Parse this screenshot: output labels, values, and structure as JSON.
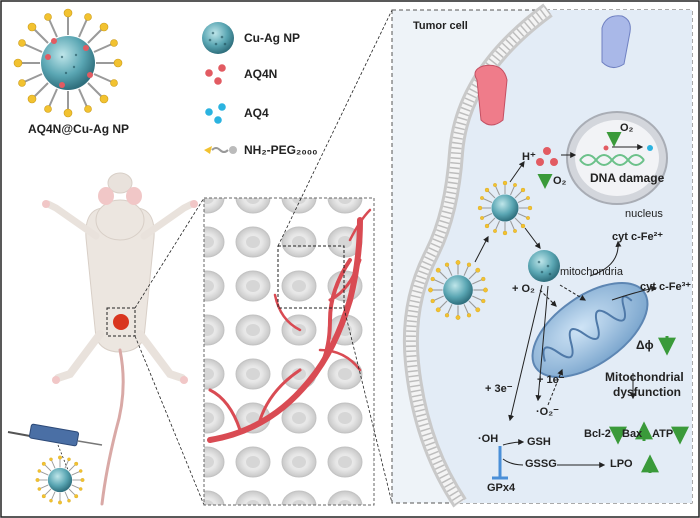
{
  "legend": {
    "nanoparticle_caption": "AQ4N@Cu-Ag NP",
    "items": [
      {
        "label": "Cu-Ag NP",
        "icon": "cu-ag-nanoparticle-icon"
      },
      {
        "label": "AQ4N",
        "icon": "red-dots-icon"
      },
      {
        "label": "AQ4",
        "icon": "blue-dots-icon"
      },
      {
        "label": "NH₂-PEG₂₀₀₀",
        "icon": "peg-chain-icon"
      }
    ]
  },
  "cell": {
    "title": "Tumor cell",
    "nucleus_label": "nucleus",
    "dna_damage": "DNA damage",
    "o2_nucleus": "O₂",
    "h_plus": "H⁺",
    "o2_down": "O₂",
    "mitochondria_label": "mitochondria",
    "plus_o2": "+ O₂",
    "cyt_fe2": "cyt c-Fe²⁺",
    "cyt_fe3": "cyt c-Fe³⁺",
    "delta_phi": "Δϕ",
    "mito_dysfunction_line1": "Mitochondrial",
    "mito_dysfunction_line2": "dysfunction",
    "plus_3e": "+ 3e⁻",
    "plus_1e": "+ 1e⁻",
    "superoxide": "·O₂⁻",
    "hydroxyl": "·OH",
    "gsh": "GSH",
    "gssg": "GSSG",
    "lpo": "LPO",
    "gpx4": "GPx4",
    "bcl2": "Bcl-2",
    "bax": "Bax",
    "atp": "ATP"
  },
  "colors": {
    "accent_green": "#3a9a3a",
    "aq4n_red": "#e25b62",
    "aq4_blue": "#2bb3e0",
    "nanoparticle_teal": "#4e9aa8",
    "peg_yellow": "#f2c230",
    "vessel_red": "#d94b53"
  }
}
